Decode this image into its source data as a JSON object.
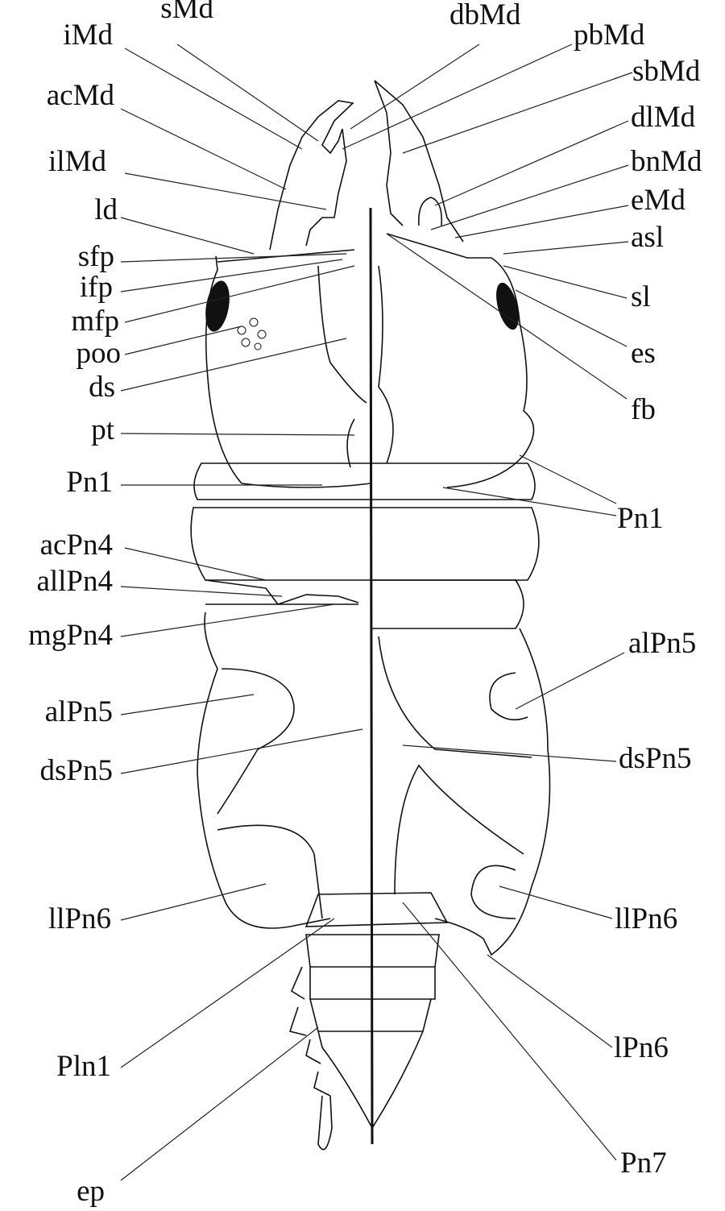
{
  "figure": {
    "labels_left": [
      "iMd",
      "sMd",
      "acMd",
      "ilMd",
      "ld",
      "sfp",
      "ifp",
      "mfp",
      "poo",
      "ds",
      "pt",
      "Pn1",
      "acPn4",
      "allPn4",
      "mgPn4",
      "alPn5",
      "dsPn5",
      "llPn6",
      "Pln1",
      "ep"
    ],
    "labels_right": [
      "dbMd",
      "pbMd",
      "sbMd",
      "dlMd",
      "bnMd",
      "eMd",
      "asl",
      "sl",
      "es",
      "fb",
      "Pn1",
      "alPn5",
      "dsPn5",
      "llPn6",
      "lPn6",
      "Pn7"
    ]
  }
}
